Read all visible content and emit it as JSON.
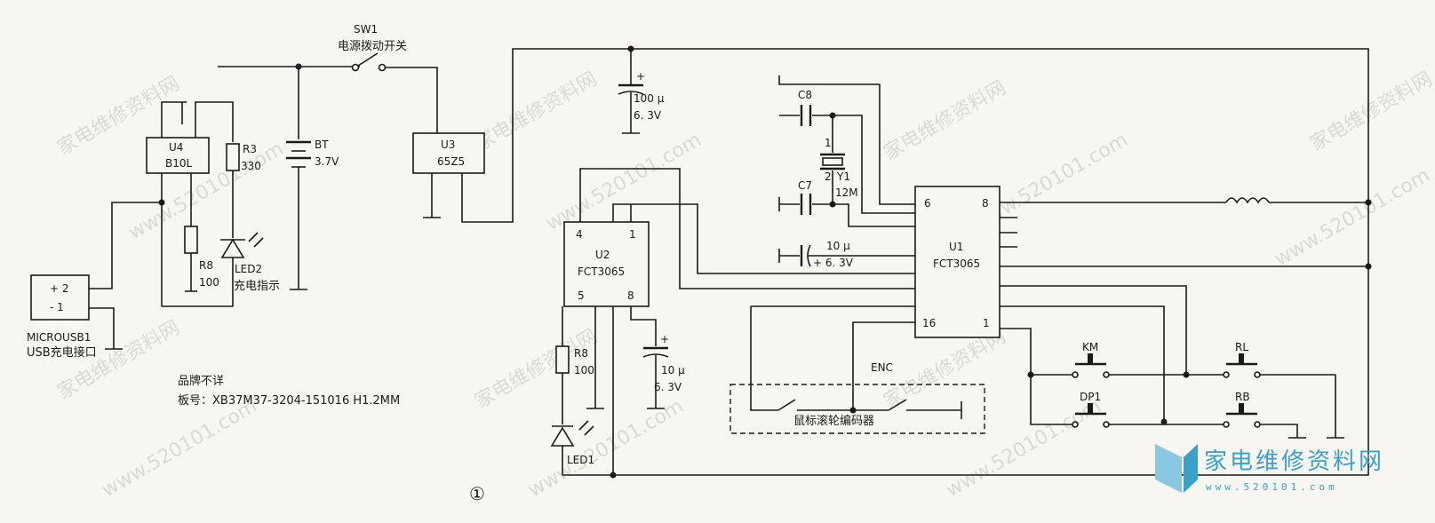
{
  "watermark": {
    "cn": "家电维修资料网",
    "url": "www.520101.com"
  },
  "brand": {
    "name": "家电维修资料网",
    "url": "www.520101.com"
  },
  "components": {
    "sw1": {
      "ref": "SW1",
      "desc": "电源拨动开关"
    },
    "u4": {
      "ref": "U4",
      "val": "B10L"
    },
    "r3": {
      "ref": "R3",
      "val": "330"
    },
    "r8a": {
      "ref": "R8",
      "val": "100"
    },
    "led2": {
      "ref": "LED2",
      "desc": "充电指示"
    },
    "bt": {
      "ref": "BT",
      "val": "3.7V"
    },
    "u3": {
      "ref": "U3",
      "val": "65Z5"
    },
    "cap_top": {
      "val1": "100 µ",
      "val2": "6. 3V"
    },
    "c8": {
      "ref": "C8"
    },
    "c7": {
      "ref": "C7"
    },
    "y1": {
      "ref": "Y1",
      "val": "12M",
      "pin1": "1",
      "pin2": "2"
    },
    "c10a": {
      "val1": "10 µ",
      "val2": "+ 6. 3V"
    },
    "u1": {
      "ref": "U1",
      "val": "FCT3065",
      "p6": "6",
      "p8": "8",
      "p16": "16",
      "p1": "1"
    },
    "u2": {
      "ref": "U2",
      "val": "FCT3065",
      "p4": "4",
      "p1": "1",
      "p5": "5",
      "p8": "8"
    },
    "r8b": {
      "ref": "R8",
      "val": "100"
    },
    "led1": {
      "ref": "LED1"
    },
    "c10b": {
      "val1": "10 µ",
      "val2": "6. 3V"
    },
    "usb": {
      "ref": "MICROUSB1",
      "desc": "USB充电接口",
      "p2": "+ 2",
      "p1": "- 1"
    },
    "enc": {
      "ref": "ENC",
      "desc": "鼠标滚轮编码器"
    },
    "km": {
      "ref": "KM"
    },
    "rl": {
      "ref": "RL"
    },
    "dp1": {
      "ref": "DP1"
    },
    "rb": {
      "ref": "RB"
    }
  },
  "notes": {
    "brand_line": "品牌不详",
    "board_line": "板号：XB37M37-3204-151016 H1.2MM",
    "figure": "①"
  }
}
